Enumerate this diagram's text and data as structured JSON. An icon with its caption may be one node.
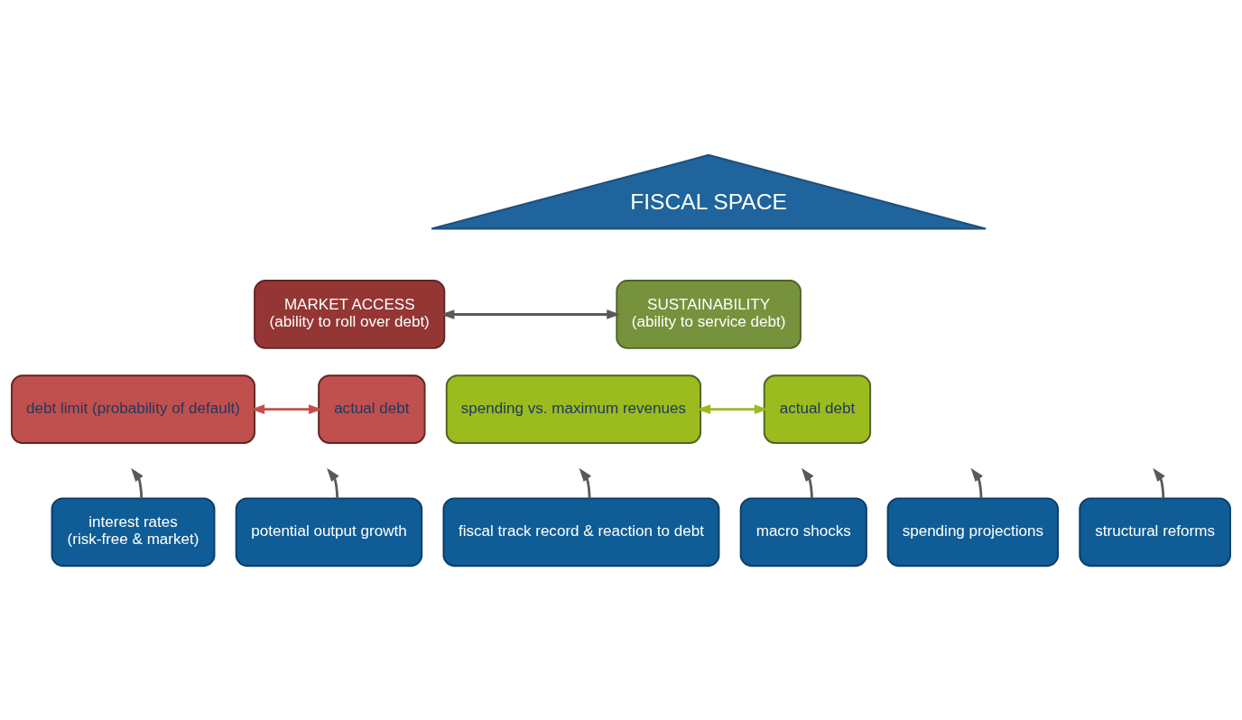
{
  "diagram": {
    "nodes": [
      {
        "text": [
          "FISCAL SPACE"
        ]
      },
      {
        "text": [
          "MARKET ACCESS",
          "(ability to roll over debt)"
        ]
      },
      {
        "text": [
          "SUSTAINABILITY",
          "(ability to service debt)"
        ]
      },
      {
        "text": [
          "debt limit (probability of default)"
        ]
      },
      {
        "text": [
          "actual debt"
        ]
      },
      {
        "text": [
          "spending vs. maximum revenues"
        ]
      },
      {
        "text": [
          "actual debt"
        ]
      },
      {
        "text": [
          "interest rates",
          "(risk-free & market)"
        ]
      },
      {
        "text": [
          "potential output growth"
        ]
      },
      {
        "text": [
          "fiscal track record & reaction to debt"
        ]
      },
      {
        "text": [
          "macro shocks"
        ]
      },
      {
        "text": [
          "spending projections"
        ]
      },
      {
        "text": [
          "structural reforms"
        ]
      }
    ],
    "edges": [
      {
        "from": 1,
        "to": 2,
        "arrow": "both"
      },
      {
        "from": 3,
        "to": 4,
        "arrow": "both",
        "color": "#c0504d"
      },
      {
        "from": 5,
        "to": 6,
        "arrow": "both",
        "color": "#9bbb1e"
      },
      {
        "from": 7,
        "to": null,
        "arrow": "to"
      },
      {
        "from": 8,
        "to": null,
        "arrow": "to"
      },
      {
        "from": 9,
        "to": null,
        "arrow": "to"
      },
      {
        "from": 10,
        "to": null,
        "arrow": "to"
      },
      {
        "from": 11,
        "to": null,
        "arrow": "to"
      },
      {
        "from": 12,
        "to": null,
        "arrow": "to"
      }
    ]
  }
}
